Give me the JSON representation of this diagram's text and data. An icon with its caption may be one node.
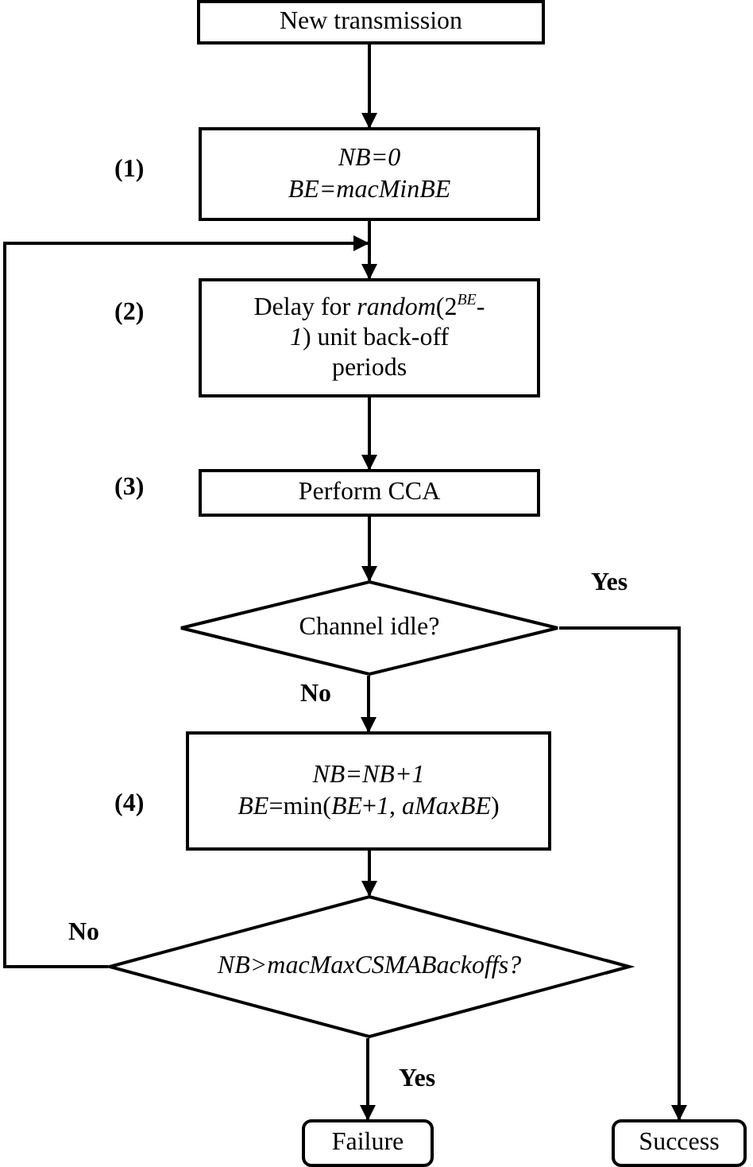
{
  "diagram": {
    "nodes": [
      {
        "text": [
          "New transmission"
        ]
      },
      {
        "text": [
          "NB=0",
          "BE=macMinBE"
        ],
        "beside": [
          "(1)"
        ]
      },
      {
        "text": [
          "Delay for *random*(2$^{BE}$-*1*) unit back-off periods"
        ],
        "beside": [
          "(2)"
        ]
      },
      {
        "text": [
          "Perform CCA"
        ],
        "beside": [
          "(3)"
        ]
      },
      {
        "text": [
          "Channel idle?"
        ]
      },
      {
        "text": [
          "NB=NB+1",
          "*BE*=min(*BE*+*1*, *aMaxBE*)"
        ],
        "beside": [
          "(4)"
        ]
      },
      {
        "text": [
          "NB>macMaxCSMABackoffs?"
        ]
      },
      {
        "text": [
          "Failure"
        ]
      },
      {
        "text": [
          "Success"
        ]
      }
    ],
    "edges": [
      {
        "from": 0,
        "to": 1,
        "arrow": "to"
      },
      {
        "from": 1,
        "to": 2,
        "arrow": "to"
      },
      {
        "from": 2,
        "to": 3,
        "arrow": "to"
      },
      {
        "from": 3,
        "to": 4,
        "arrow": "to"
      },
      {
        "from": 4,
        "to": 5,
        "arrow": "to",
        "label": "No"
      },
      {
        "from": 4,
        "to": 8,
        "arrow": "to",
        "label": "Yes"
      },
      {
        "from": 5,
        "to": 6,
        "arrow": "to"
      },
      {
        "from": 6,
        "to": 7,
        "arrow": "to",
        "label": "Yes"
      },
      {
        "from": 6,
        "to": 2,
        "arrow": "to",
        "label": "No"
      }
    ]
  }
}
